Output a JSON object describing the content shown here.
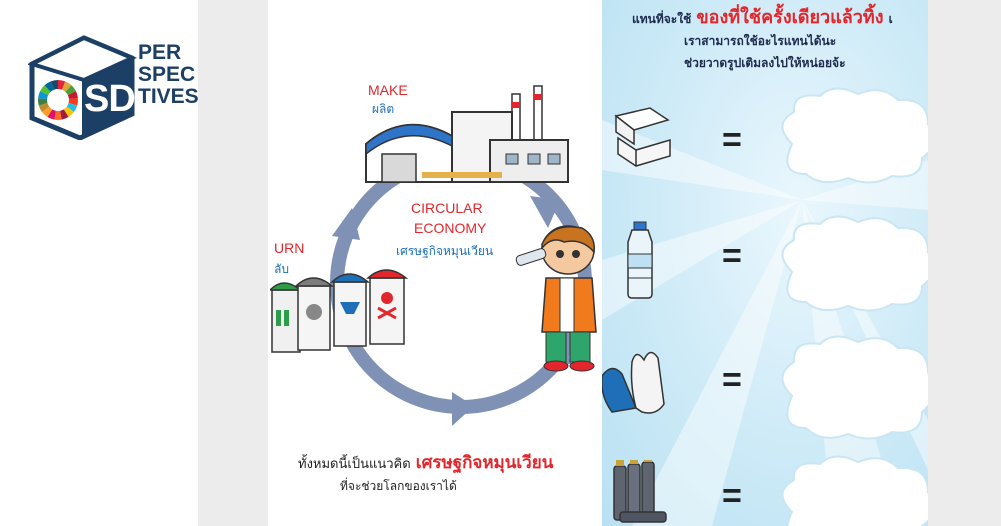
{
  "logo": {
    "letters": "SD",
    "words": [
      "PER",
      "SPEC",
      "TIVES"
    ],
    "colors": [
      "#e5243b",
      "#dda63a",
      "#4c9f38",
      "#c5192d",
      "#ff3a21",
      "#26bde2",
      "#fcc30b",
      "#a21942",
      "#fd6925",
      "#dd1367",
      "#fd9d24",
      "#bf8b2e",
      "#3f7e44",
      "#0a97d9",
      "#56c02b",
      "#00689d",
      "#19486a"
    ]
  },
  "cycle": {
    "make_en": "MAKE",
    "make_th": "ผลิต",
    "center_en1": "CIRCULAR",
    "center_en2": "ECONOMY",
    "center_th": "เศรษฐกิจหมุนเวียน",
    "return_en": "URN",
    "return_th": "ลับ",
    "bottom_prefix": "ทั้งหมดนี้เป็นแนวคิด",
    "bottom_highlight": "เศรษฐกิจหมุนเวียน",
    "bottom_line2": "ที่จะช่วยโลกของเราได้"
  },
  "worksheet": {
    "line1_prefix": "แทนที่จะใช้",
    "line1_highlight": "ของที่ใช้ครั้งเดียวแล้วทิ้ง",
    "line1_suffix": "เ",
    "line2": "เราสามารถใช้อะไรแทนได้นะ",
    "line3": "ช่วยวาดรูปเติมลงไปให้หน่อยจ้ะ",
    "rows": [
      {
        "item": "foam-box",
        "eq": "="
      },
      {
        "item": "water-bottle",
        "eq": "="
      },
      {
        "item": "plastic-bag",
        "eq": "="
      },
      {
        "item": "batteries",
        "eq": "="
      }
    ]
  },
  "colors": {
    "accent_red": "#e3262b",
    "accent_blue": "#1e6fb8",
    "arrow": "#7f91b4"
  }
}
